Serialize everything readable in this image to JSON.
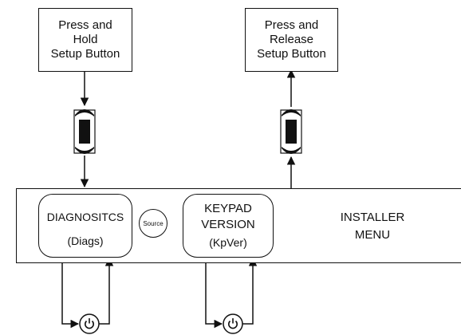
{
  "boxes": {
    "press_hold": "Press and\nHold\nSetup Button",
    "press_release": "Press and\nRelease\nSetup Button"
  },
  "menu": {
    "diagnostics_title": "DIAGNOSITCS",
    "diagnostics_abbr": "(Diags)",
    "source_label": "Source",
    "keypad_title": "KEYPAD\nVERSION",
    "keypad_abbr": "(KpVer)",
    "installer_label": "INSTALLER\nMENU"
  },
  "icons": {
    "indicator": "button-hold-indicator-icon",
    "power": "power-button-icon"
  },
  "colors": {
    "line": "#111111",
    "background": "#ffffff"
  }
}
